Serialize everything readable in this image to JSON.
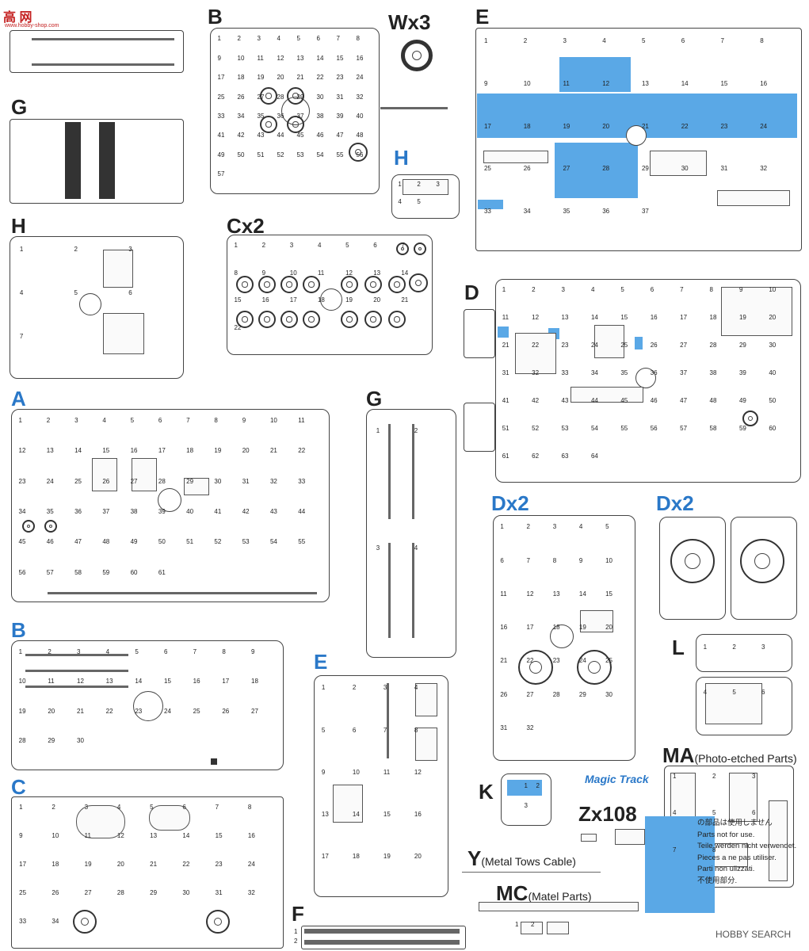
{
  "logo": {
    "name": "高  网",
    "url": "www.hobby-shop.com"
  },
  "watermark": "HOBBY SEARCH",
  "labels": {
    "B_top": "B",
    "Wx3": "Wx3",
    "E_top": "E",
    "G_top": "G",
    "H_small": "H",
    "H_left": "H",
    "Cx2": "Cx2",
    "D": "D",
    "A": "A",
    "G_mid": "G",
    "Dx2_a": "Dx2",
    "Dx2_b": "Dx2",
    "B_low": "B",
    "L": "L",
    "C": "C",
    "E_low": "E",
    "MA": "MA",
    "MA_sub": "(Photo-etched Parts)",
    "K": "K",
    "Zx108": "Zx108",
    "magic": "Magic Track",
    "Y": "Y",
    "Y_sub": "(Metal Tows Cable)",
    "MC": "MC",
    "MC_sub": "(Matel Parts)",
    "F": "F"
  },
  "note": {
    "lines": [
      "の部品は使用しません",
      "Parts not for use.",
      "Teile werden nicht verwendet.",
      "Pieces a ne pas utiliser.",
      "Parti non ulizzati.",
      "不使用部分."
    ]
  },
  "colors": {
    "blue": "#5aa8e6",
    "label_blue": "#2a78c8",
    "line": "#444444"
  },
  "part_numbers": {
    "B_top": [
      "1",
      "2",
      "3",
      "4",
      "5",
      "6",
      "7",
      "8",
      "9",
      "10",
      "11",
      "12",
      "13",
      "14",
      "15",
      "16",
      "17",
      "18",
      "19",
      "20",
      "21",
      "22",
      "23",
      "24",
      "25",
      "26",
      "27",
      "28",
      "29",
      "30",
      "31",
      "32",
      "33",
      "34",
      "35",
      "36",
      "37",
      "38",
      "39",
      "40",
      "41",
      "42",
      "43",
      "44",
      "45",
      "46",
      "47",
      "48",
      "49",
      "50",
      "51",
      "52",
      "53",
      "54",
      "55",
      "56",
      "57"
    ],
    "E_top": [
      "1",
      "2",
      "3",
      "4",
      "5",
      "6",
      "7",
      "8",
      "9",
      "10",
      "11",
      "12",
      "13",
      "14",
      "15",
      "16",
      "17",
      "18",
      "19",
      "20",
      "21",
      "22",
      "23",
      "24",
      "25",
      "26",
      "27",
      "28",
      "29",
      "30",
      "31",
      "32",
      "33",
      "34",
      "35",
      "36",
      "37"
    ],
    "Cx2": [
      "1",
      "2",
      "3",
      "4",
      "5",
      "6",
      "7",
      "8",
      "9",
      "10",
      "11",
      "12",
      "13",
      "14",
      "15",
      "16",
      "17",
      "18",
      "19",
      "20",
      "21",
      "22"
    ],
    "A": [
      "1",
      "2",
      "3",
      "4",
      "5",
      "6",
      "7",
      "8",
      "9",
      "10",
      "11",
      "12",
      "13",
      "14",
      "15",
      "16",
      "17",
      "18",
      "19",
      "20",
      "21",
      "22",
      "23",
      "24",
      "25",
      "26",
      "27",
      "28",
      "29",
      "30",
      "31",
      "32",
      "33",
      "34",
      "35",
      "36",
      "37",
      "38",
      "39",
      "40",
      "41",
      "42",
      "43",
      "44",
      "45",
      "46",
      "47",
      "48",
      "49",
      "50",
      "51",
      "52",
      "53",
      "54",
      "55",
      "56",
      "57",
      "58",
      "59",
      "60",
      "61"
    ],
    "D": [
      "1",
      "2",
      "3",
      "4",
      "5",
      "6",
      "7",
      "8",
      "9",
      "10",
      "11",
      "12",
      "13",
      "14",
      "15",
      "16",
      "17",
      "18",
      "19",
      "20",
      "21",
      "22",
      "23",
      "24",
      "25",
      "26",
      "27",
      "28",
      "29",
      "30",
      "31",
      "32",
      "33",
      "34",
      "35",
      "36",
      "37",
      "38",
      "39",
      "40",
      "41",
      "42",
      "43",
      "44",
      "45",
      "46",
      "47",
      "48",
      "49",
      "50",
      "51",
      "52",
      "53",
      "54",
      "55",
      "56",
      "57",
      "58",
      "59",
      "60",
      "61",
      "62",
      "63",
      "64"
    ],
    "G_mid": [
      "1",
      "2",
      "3",
      "4"
    ],
    "Dx2": [
      "1",
      "2",
      "3",
      "4",
      "5",
      "6",
      "7",
      "8",
      "9",
      "10",
      "11",
      "12",
      "13",
      "14",
      "15",
      "16",
      "17",
      "18",
      "19",
      "20",
      "21",
      "22",
      "23",
      "24",
      "25",
      "26",
      "27",
      "28",
      "29",
      "30",
      "31",
      "32"
    ],
    "B_low": [
      "1",
      "2",
      "3",
      "4",
      "5",
      "6",
      "7",
      "8",
      "9",
      "10",
      "11",
      "12",
      "13",
      "14",
      "15",
      "16",
      "17",
      "18",
      "19",
      "20",
      "21",
      "22",
      "23",
      "24",
      "25",
      "26",
      "27",
      "28",
      "29",
      "30"
    ],
    "L": [
      "1",
      "2",
      "3",
      "4",
      "5",
      "6"
    ],
    "C": [
      "1",
      "2",
      "3",
      "4",
      "5",
      "6",
      "7",
      "8",
      "9",
      "10",
      "11",
      "12",
      "13",
      "14",
      "15",
      "16",
      "17",
      "18",
      "19",
      "20",
      "21",
      "22",
      "23",
      "24",
      "25",
      "26",
      "27",
      "28",
      "29",
      "30",
      "31",
      "32",
      "33",
      "34"
    ],
    "E_low": [
      "1",
      "2",
      "3",
      "4",
      "5",
      "6",
      "7",
      "8",
      "9",
      "10",
      "11",
      "12",
      "13",
      "14",
      "15",
      "16",
      "17",
      "18",
      "19",
      "20"
    ],
    "MA": [
      "1",
      "2",
      "3",
      "4",
      "5",
      "6",
      "7",
      "8"
    ],
    "MC": [
      "1",
      "2"
    ],
    "F": [
      "1",
      "2"
    ],
    "H_small": [
      "1",
      "2",
      "3",
      "4",
      "5"
    ],
    "H_left": [
      "1",
      "2",
      "3",
      "4",
      "5",
      "6",
      "7"
    ],
    "K": [
      "1",
      "2",
      "3"
    ],
    "Wx3": []
  }
}
